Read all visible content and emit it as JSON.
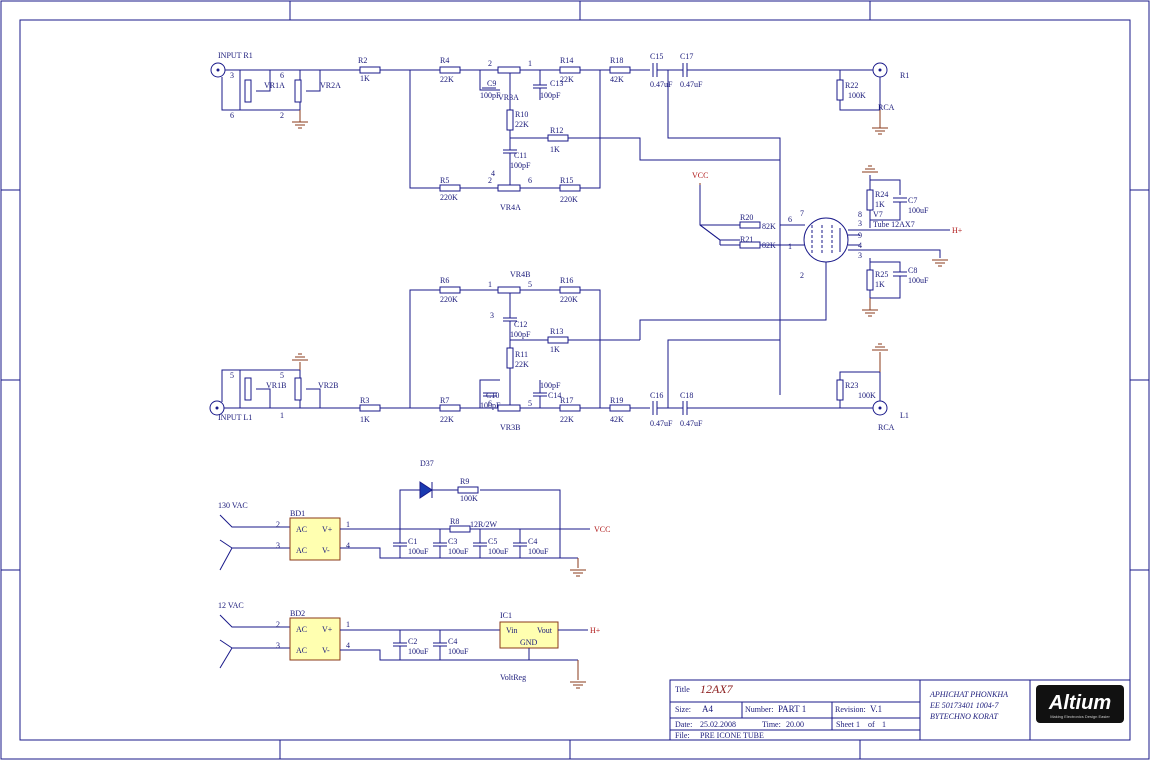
{
  "title_block": {
    "title_label": "Title",
    "title_value": "12AX7",
    "size_label": "Size:",
    "size_value": "A4",
    "number_label": "Number:",
    "number_value": "PART 1",
    "revision_label": "Revision:",
    "revision_value": "V.1",
    "date_label": "Date:",
    "date_value": "25.02.2008",
    "time_label": "Time:",
    "time_value": "20.00",
    "sheet_label": "Sheet",
    "sheet_value": "1",
    "of_label": "of",
    "of_value": "1",
    "file_label": "File:",
    "file_value": "PRE ICONE TUBE",
    "author_1": "APHICHAT PHONKHA",
    "author_2": "EE 50173401 1004-7",
    "author_3": "BYTECHNO KORAT",
    "logo_text": "Altium",
    "logo_tagline": "Making Electronics Design Easier"
  },
  "components": {
    "input_r1": "INPUT R1",
    "input_l1": "INPUT L1",
    "vr1a": "VR1A",
    "vr2a": "VR2A",
    "vr1b": "VR1B",
    "vr2b": "VR2B",
    "vr3a": "VR3A",
    "vr3b": "VR3B",
    "vr4a": "VR4A",
    "vr4b": "VR4B",
    "r1": "R1",
    "l1": "L1",
    "rca_r": "RCA",
    "rca_l": "RCA",
    "vcc": "VCC",
    "vcc2": "VCC",
    "tube": "Tube 12AX7",
    "d37": "D37",
    "bd1": "BD1",
    "bd2": "BD2",
    "ic1": "IC1",
    "vin": "Vin",
    "vout": "Vout",
    "gnd": "GND",
    "voltreg": "VoltReg",
    "vac130": "130 VAC",
    "vac12": "12 VAC",
    "ac": "AC",
    "vplus": "V+",
    "vminus": "V-",
    "hplus": "H+",
    "v7": "V7"
  },
  "resistors": {
    "R2": "R2",
    "R2v": "1K",
    "R3": "R3",
    "R3v": "1K",
    "R4": "R4",
    "R4v": "22K",
    "R5": "R5",
    "R5v": "220K",
    "R6": "R6",
    "R6v": "220K",
    "R7": "R7",
    "R7v": "22K",
    "R8": "R8",
    "R8v": "12R/2W",
    "R9": "R9",
    "R9v": "100K",
    "R10": "R10",
    "R10v": "22K",
    "R11": "R11",
    "R11v": "22K",
    "R12": "R12",
    "R12v": "1K",
    "R13": "R13",
    "R13v": "1K",
    "R14": "R14",
    "R14v": "22K",
    "R15": "R15",
    "R15v": "220K",
    "R16": "R16",
    "R16v": "220K",
    "R17": "R17",
    "R17v": "22K",
    "R18": "R18",
    "R18v": "42K",
    "R19": "R19",
    "R19v": "42K",
    "R20": "R20",
    "R20v": "82K",
    "R21": "R21",
    "R21v": "82K",
    "R22": "R22",
    "R22v": "100K",
    "R23": "R23",
    "R23v": "100K",
    "R24": "R24",
    "R24v": "1K",
    "R25": "R25",
    "R25v": "1K"
  },
  "capacitors": {
    "C9": "C9",
    "C9v": "100pF",
    "C10": "C10",
    "C10v": "100pF",
    "C11": "C11",
    "C11v": "100pF",
    "C12": "C12",
    "C12v": "100pF",
    "C13": "C13",
    "C13v": "100pF",
    "C14": "C14",
    "C14v": "100pF",
    "C15": "C15",
    "C15v": "0.47uF",
    "C16": "C16",
    "C16v": "0.47uF",
    "C17": "C17",
    "C17v": "0.47uF",
    "C18": "C18",
    "C18v": "0.47uF",
    "C7": "C7",
    "C7v": "100uF",
    "C8": "C8",
    "C8v": "100uF",
    "C1": "C1",
    "C1v": "100uF",
    "C3": "C3",
    "C3v": "100uF",
    "C5": "C5",
    "C5v": "100uF",
    "C4": "C4",
    "C4v": "100uF",
    "C2": "C2",
    "C2v": "100uF",
    "C4b": "C4",
    "C4bv": "100uF"
  },
  "pins": {
    "p1": "1",
    "p2": "2",
    "p3": "3",
    "p4": "4",
    "p5": "5",
    "p6": "6",
    "p7": "7",
    "p8": "8",
    "p9": "9"
  }
}
